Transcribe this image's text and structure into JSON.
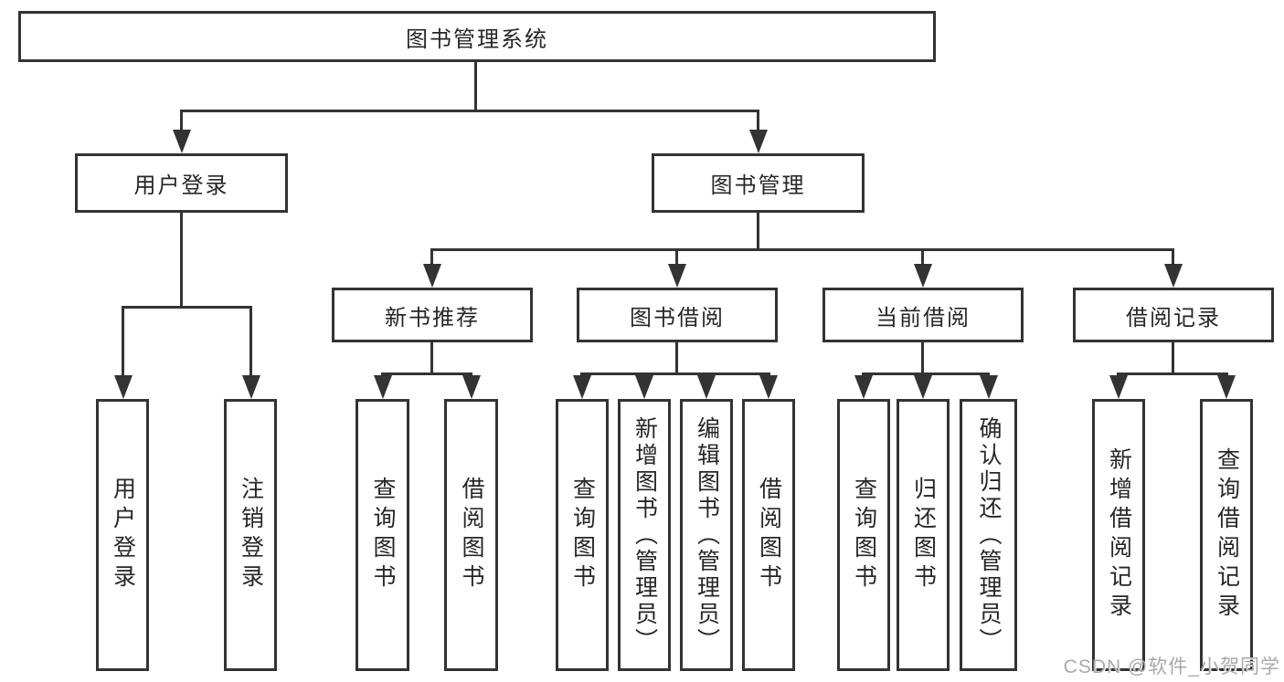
{
  "tree": {
    "root": {
      "label": "图书管理系统"
    },
    "branches": [
      {
        "label": "用户登录",
        "leaves": [
          "用户登录",
          "注销登录"
        ]
      },
      {
        "label": "图书管理",
        "groups": [
          {
            "label": "新书推荐",
            "leaves": [
              "查询图书",
              "借阅图书"
            ]
          },
          {
            "label": "图书借阅",
            "leaves": [
              "查询图书",
              "新增图书（管理员）",
              "编辑图书（管理员）",
              "借阅图书"
            ]
          },
          {
            "label": "当前借阅",
            "leaves": [
              "查询图书",
              "归还图书",
              "确认归还（管理员）"
            ]
          },
          {
            "label": "借阅记录",
            "leaves": [
              "新增借阅记录",
              "查询借阅记录"
            ]
          }
        ]
      }
    ]
  },
  "watermark": "CSDN @软件_小贺同学",
  "colors": {
    "line": "#333333",
    "text": "#262626",
    "watermark": "#a9a9a9",
    "background": "#ffffff"
  }
}
